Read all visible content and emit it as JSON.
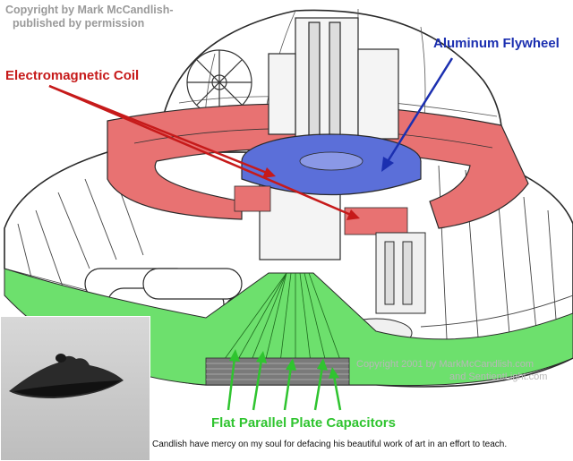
{
  "copyright": {
    "line1": "Copyright by Mark McCandlish-",
    "line2": "published by permission"
  },
  "labels": {
    "flywheel": "Aluminum Flywheel",
    "coil": "Electromagnetic Coil",
    "capacitors": "Flat Parallel Plate Capacitors"
  },
  "watermark": {
    "line1": "Copyright 2001 by MarkMcCandlish.com",
    "line2": "and SentientLight.com"
  },
  "caption": "Candlish have mercy on my soul for defacing his beautiful work of art in an effort to teach.",
  "colors": {
    "flywheel": "#5b6fd9",
    "coil": "#e87272",
    "capacitors": "#6de06d",
    "flywheel_label": "#1b2fb0",
    "coil_label": "#c61a1a",
    "capacitor_label": "#2fc42f",
    "line_art": "#2a2a2a"
  }
}
